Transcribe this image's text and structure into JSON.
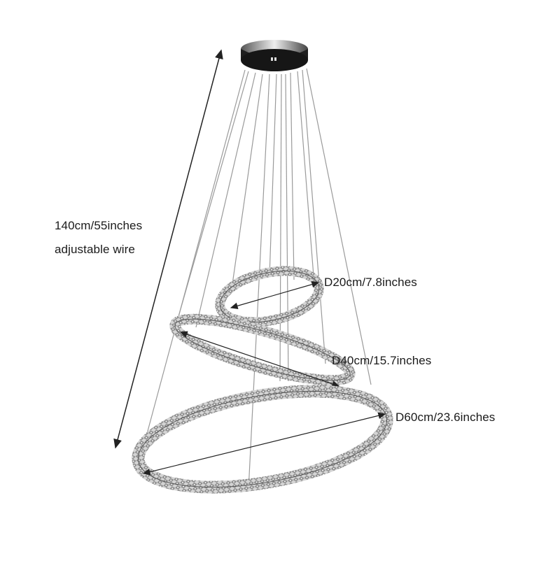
{
  "product": {
    "type": "3-ring crystal LED chandelier",
    "colors": {
      "background": "#ffffff",
      "text": "#1a1a1a",
      "chrome": "#b8b8b8",
      "canopy_dark": "#222222",
      "wire": "#888888"
    }
  },
  "annotations": {
    "height_line1": "140cm/55inches",
    "height_line2": "adjustable wire",
    "ring_small": "D20cm/7.8inches",
    "ring_medium": "D40cm/15.7inches",
    "ring_large": "D60cm/23.6inches"
  }
}
